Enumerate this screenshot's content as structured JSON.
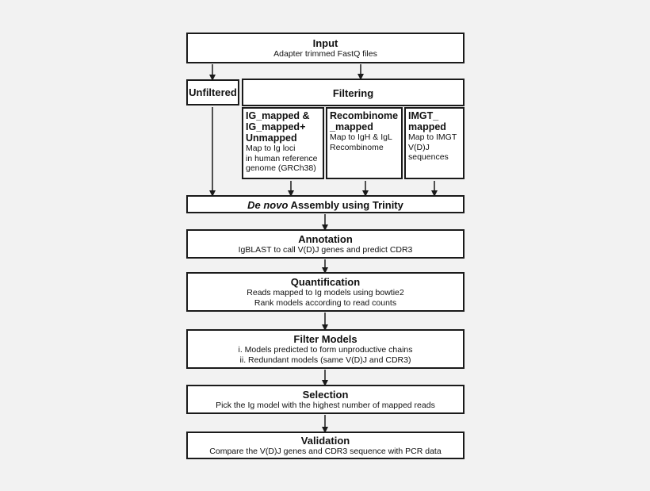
{
  "input": {
    "title": "Input",
    "sub": "Adapter trimmed FastQ files"
  },
  "unfiltered": {
    "title": "Unfiltered"
  },
  "filtering": {
    "title": "Filtering"
  },
  "ig_mapped": {
    "title_lines": [
      "IG_mapped &",
      "IG_mapped+",
      "Unmapped"
    ],
    "desc_lines": [
      "Map to Ig loci",
      "in human reference",
      "genome (GRCh38)"
    ]
  },
  "recombinome": {
    "title_lines": [
      "Recombinome",
      "_mapped"
    ],
    "desc_lines": [
      "Map to IgH & IgL",
      "Recombinome"
    ]
  },
  "imgt": {
    "title_lines": [
      "IMGT_",
      "mapped"
    ],
    "desc_lines": [
      "Map to IMGT",
      "V(D)J",
      "sequences"
    ]
  },
  "assembly": {
    "title_italic": "De novo",
    "title_rest": " Assembly using Trinity"
  },
  "annotation": {
    "title": "Annotation",
    "sub": "IgBLAST to call V(D)J genes and predict CDR3"
  },
  "quantification": {
    "title": "Quantification",
    "sub1": "Reads mapped to Ig models using bowtie2",
    "sub2": "Rank models according to read counts"
  },
  "filter_models": {
    "title": "Filter Models",
    "sub1": "i. Models predicted to form unproductive chains",
    "sub2": "ii. Redundant models (same V(D)J and CDR3)"
  },
  "selection": {
    "title": "Selection",
    "sub": "Pick the Ig model with the highest number of mapped reads"
  },
  "validation": {
    "title": "Validation",
    "sub": "Compare the V(D)J genes and CDR3 sequence with PCR data"
  }
}
